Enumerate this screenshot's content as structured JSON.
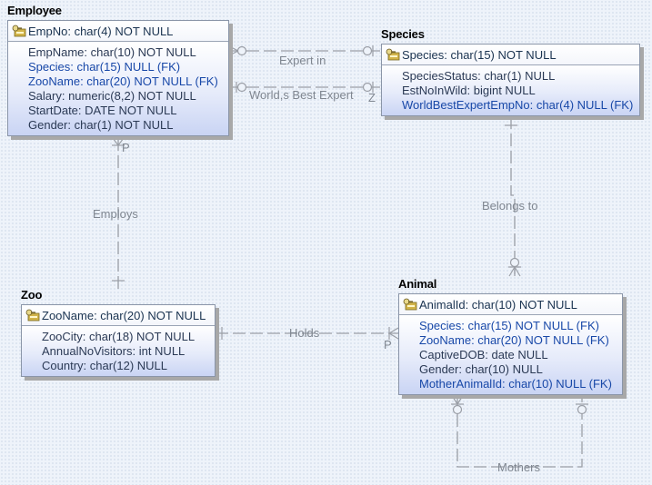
{
  "entities": {
    "employee": {
      "title": "Employee",
      "pk": "EmpNo: char(4) NOT NULL",
      "columns": [
        {
          "text": "EmpName: char(10) NOT NULL",
          "fk": false
        },
        {
          "text": "Species: char(15) NULL (FK)",
          "fk": true
        },
        {
          "text": "ZooName: char(20) NOT NULL (FK)",
          "fk": true
        },
        {
          "text": "Salary: numeric(8,2) NOT NULL",
          "fk": false
        },
        {
          "text": "StartDate: DATE NOT NULL",
          "fk": false
        },
        {
          "text": "Gender: char(1) NOT NULL",
          "fk": false
        }
      ]
    },
    "species": {
      "title": "Species",
      "pk": "Species: char(15) NOT NULL",
      "columns": [
        {
          "text": "SpeciesStatus: char(1) NULL",
          "fk": false
        },
        {
          "text": "EstNoInWild: bigint NULL",
          "fk": false
        },
        {
          "text": "WorldBestExpertEmpNo: char(4) NULL (FK)",
          "fk": true
        }
      ]
    },
    "zoo": {
      "title": "Zoo",
      "pk": "ZooName: char(20) NOT NULL",
      "columns": [
        {
          "text": "ZooCity: char(18) NOT NULL",
          "fk": false
        },
        {
          "text": "AnnualNoVisitors: int NULL",
          "fk": false
        },
        {
          "text": "Country: char(12) NULL",
          "fk": false
        }
      ]
    },
    "animal": {
      "title": "Animal",
      "pk": "AnimalId: char(10) NOT NULL",
      "columns": [
        {
          "text": "Species: char(15) NOT NULL (FK)",
          "fk": true
        },
        {
          "text": "ZooName: char(20) NOT NULL (FK)",
          "fk": true
        },
        {
          "text": "CaptiveDOB: date NULL",
          "fk": false
        },
        {
          "text": "Gender: char(10) NULL",
          "fk": false
        },
        {
          "text": "MotherAnimalId: char(10) NULL (FK)",
          "fk": true
        }
      ]
    }
  },
  "relationships": {
    "expert_in": {
      "label": "Expert in"
    },
    "worlds_best_expert": {
      "label": "World,s Best Expert",
      "cardinality": "Z"
    },
    "employs": {
      "label": "Employs",
      "cardinality": "P"
    },
    "belongs_to": {
      "label": "Belongs to"
    },
    "holds": {
      "label": "Holds",
      "cardinality": "P"
    },
    "mothers": {
      "label": "Mothers"
    }
  },
  "colors": {
    "fk_text": "#1848a8",
    "column_text": "#2b3a55",
    "line": "#9a9ea6",
    "label": "#7f8690"
  }
}
